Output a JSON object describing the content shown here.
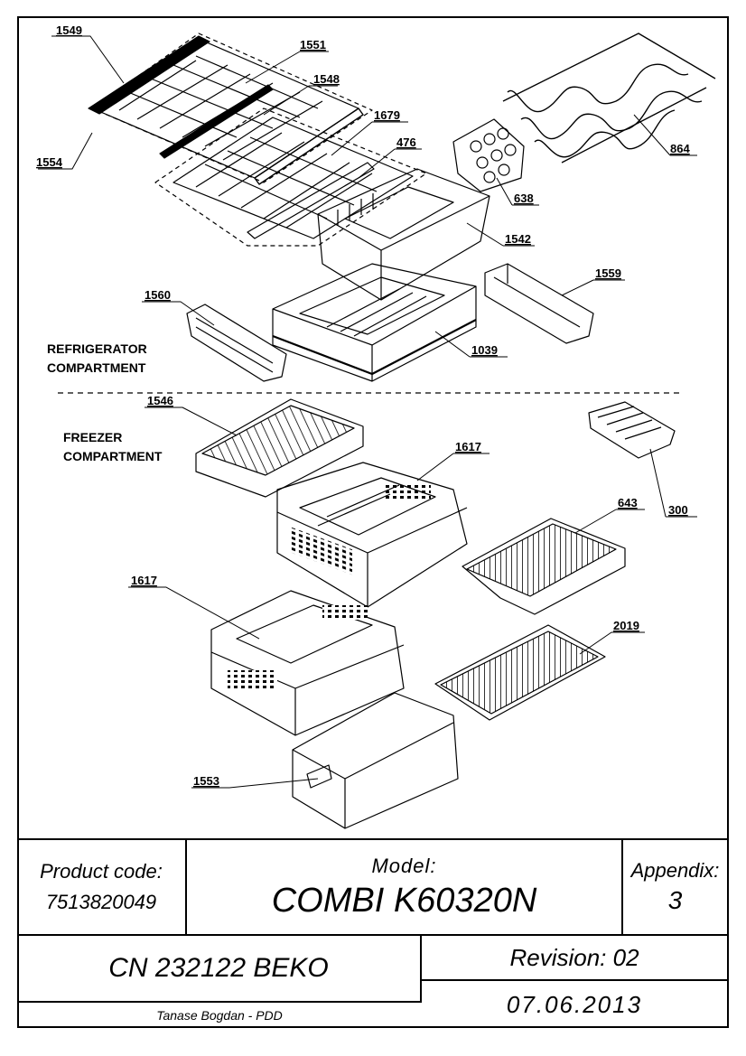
{
  "diagram": {
    "labels": {
      "p1549": "1549",
      "p1551": "1551",
      "p1548": "1548",
      "p1554": "1554",
      "p1679": "1679",
      "p476": "476",
      "p864": "864",
      "p638": "638",
      "p1542": "1542",
      "p1559": "1559",
      "p1560": "1560",
      "p1039": "1039",
      "p1546": "1546",
      "p1617a": "1617",
      "p300": "300",
      "p643": "643",
      "p1617b": "1617",
      "p2019": "2019",
      "p1553": "1553"
    },
    "refrigerator_compartment": [
      "REFRIGERATOR",
      "COMPARTMENT"
    ],
    "freezer_compartment": [
      "FREEZER",
      "COMPARTMENT"
    ]
  },
  "title_block": {
    "product_code_label": "Product code:",
    "product_code": "7513820049",
    "model_label": "Model:",
    "model": "COMBI K60320N",
    "appendix_label": "Appendix:",
    "appendix": "3",
    "cn": "CN 232122 BEKO",
    "revision": "Revision: 02",
    "author": "Tanase Bogdan - PDD",
    "date": "07.06.2013"
  }
}
